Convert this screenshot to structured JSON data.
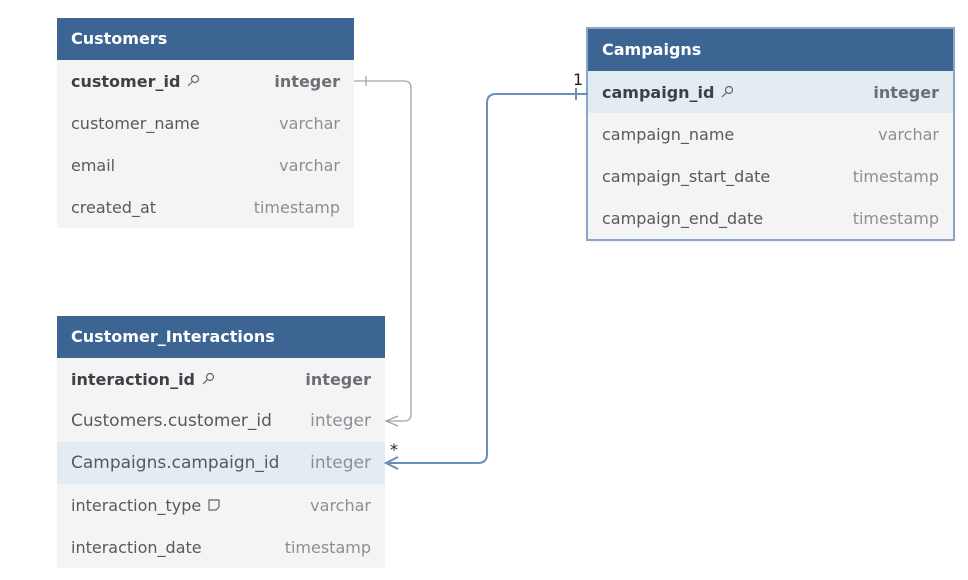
{
  "tables": {
    "customers": {
      "title": "Customers",
      "fields": [
        {
          "name": "customer_id",
          "type": "integer",
          "pk": true
        },
        {
          "name": "customer_name",
          "type": "varchar"
        },
        {
          "name": "email",
          "type": "varchar"
        },
        {
          "name": "created_at",
          "type": "timestamp"
        }
      ]
    },
    "campaigns": {
      "title": "Campaigns",
      "fields": [
        {
          "name": "campaign_id",
          "type": "integer",
          "pk": true
        },
        {
          "name": "campaign_name",
          "type": "varchar"
        },
        {
          "name": "campaign_start_date",
          "type": "timestamp"
        },
        {
          "name": "campaign_end_date",
          "type": "timestamp"
        }
      ]
    },
    "interactions": {
      "title": "Customer_Interactions",
      "fields": [
        {
          "name": "interaction_id",
          "type": "integer",
          "pk": true
        },
        {
          "name": "Customers.customer_id",
          "type": "integer"
        },
        {
          "name": "Campaigns.campaign_id",
          "type": "integer"
        },
        {
          "name": "interaction_type",
          "type": "varchar",
          "note": true
        },
        {
          "name": "interaction_date",
          "type": "timestamp"
        }
      ]
    }
  },
  "relations": {
    "one_label": "1",
    "many_label": "*"
  },
  "colors": {
    "header": "#3d6594",
    "highlight_row": "#e3ebf3",
    "link_active": "#6a8fb8",
    "link_inactive": "#a0a4a8"
  }
}
